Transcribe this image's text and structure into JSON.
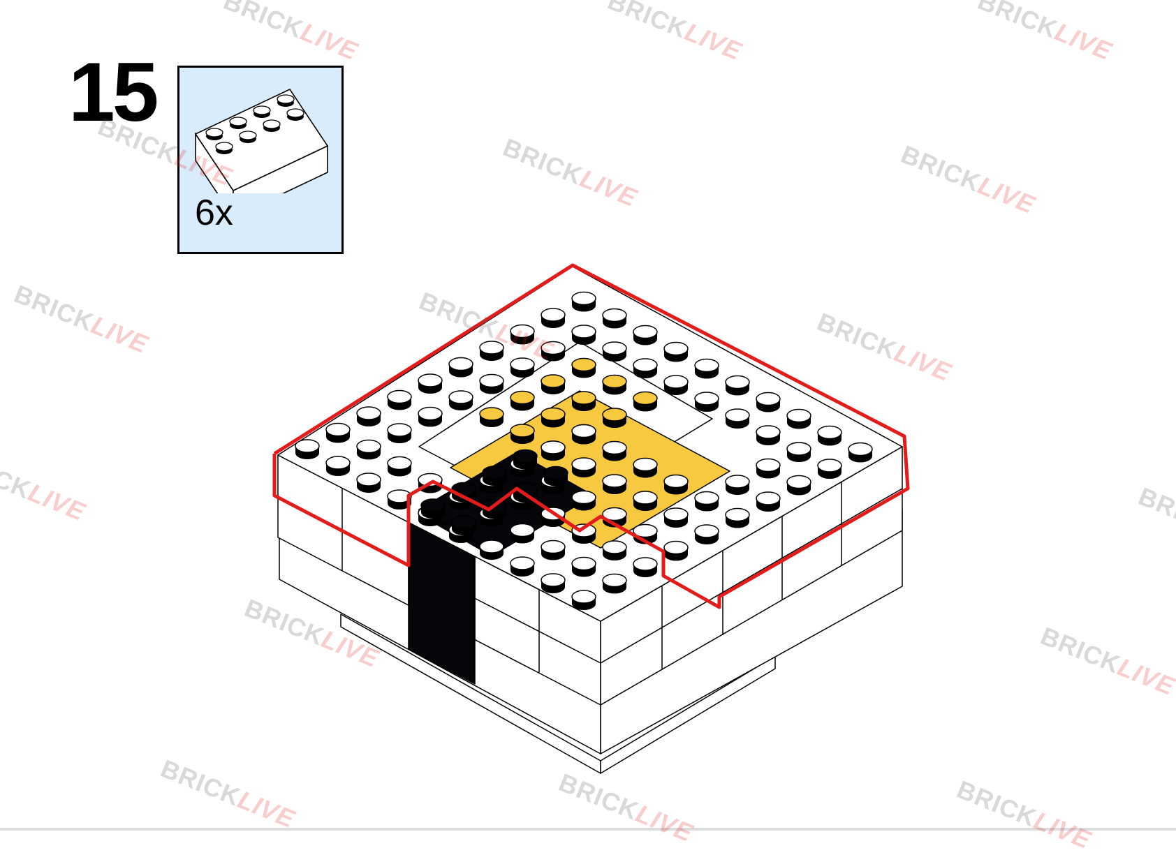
{
  "step": {
    "number": "15"
  },
  "parts_callout": {
    "quantity": "6x",
    "part_icon": "white-2x4-brick-icon",
    "background": "#d9ecfb"
  },
  "watermark": {
    "part1": "BRICK",
    "part2": "LIVE"
  },
  "colors": {
    "highlight": "#e31b1b",
    "brick_white": "#ffffff",
    "brick_yellow": "#f7c940",
    "brick_black": "#05050a"
  }
}
